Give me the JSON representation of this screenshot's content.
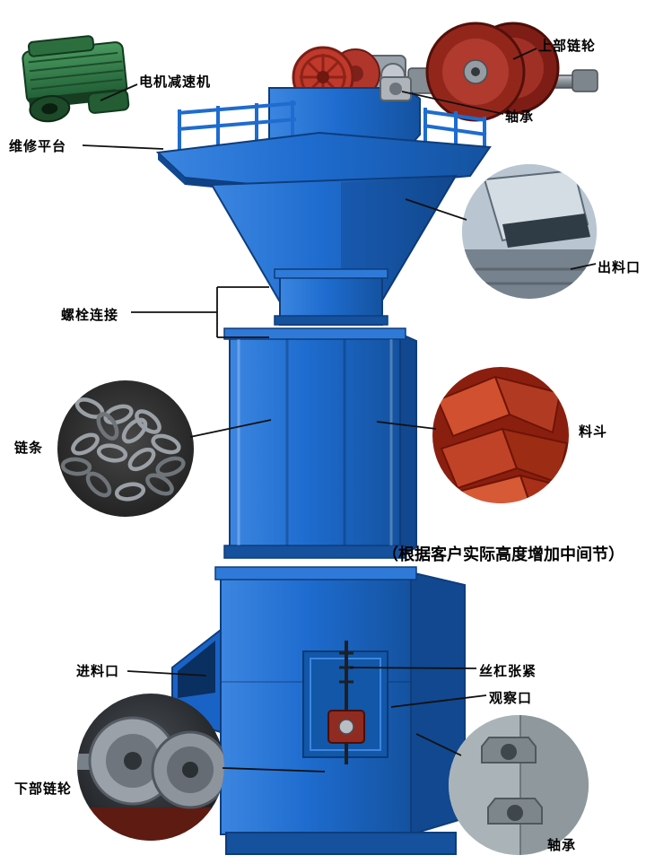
{
  "diagram": {
    "subject": "chain-bucket-elevator-parts-diagram",
    "labels": {
      "motor_reducer": "电机减速机",
      "upper_sprocket": "上部链轮",
      "bearing_top": "轴承",
      "maintenance_platform": "维修平台",
      "discharge_outlet": "出料口",
      "bolt_connection": "螺栓连接",
      "chain": "链条",
      "hopper": "料斗",
      "middle_section_note": "（根据客户实际高度增加中间节）",
      "feed_inlet": "进料口",
      "screw_tensioner": "丝杠张紧",
      "observation_port": "观察口",
      "lower_sprocket": "下部链轮",
      "bearing_bottom": "轴承"
    },
    "colors": {
      "background": "#ffffff",
      "machine_blue": "#1e6ccf",
      "machine_blue_dark": "#14529f",
      "machine_blue_light": "#3c86e0",
      "flange_light": "#2f7ad8",
      "bucket_red": "#c0392b",
      "sprocket_red": "#93261b",
      "motor_green": "#2f7d46",
      "leader_line": "#111111",
      "label_text": "#000000"
    }
  }
}
